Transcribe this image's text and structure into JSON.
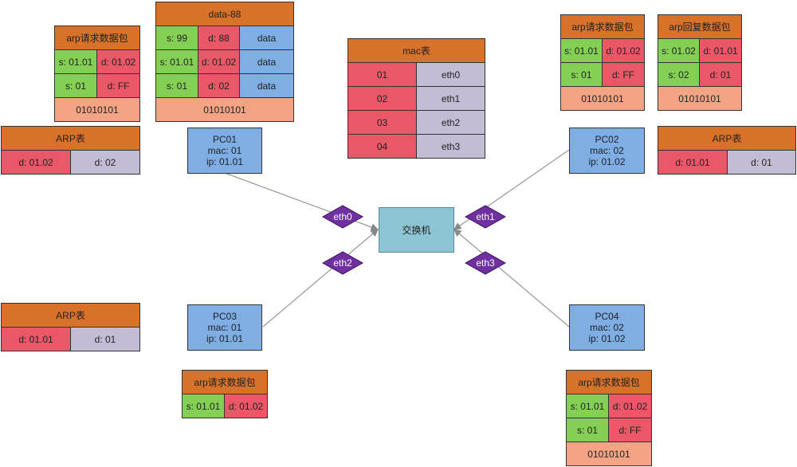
{
  "colors": {
    "header": "#d8722a",
    "source": "#84d054",
    "dest": "#ea5868",
    "data": "#7eaee4",
    "port": "#c4bcd4",
    "footer": "#f2a484",
    "pc": "#7eaee4",
    "switch": "#8cc4d4",
    "diamond": "#7030a0"
  },
  "switch": {
    "label": "交换机"
  },
  "ports": [
    {
      "id": "eth0",
      "label": "eth0"
    },
    {
      "id": "eth1",
      "label": "eth1"
    },
    {
      "id": "eth2",
      "label": "eth2"
    },
    {
      "id": "eth3",
      "label": "eth3"
    }
  ],
  "pcs": {
    "pc01": {
      "name": "PC01",
      "mac": "mac: 01",
      "ip": "ip: 01.01"
    },
    "pc02": {
      "name": "PC02",
      "mac": "mac: 02",
      "ip": "ip: 01.02"
    },
    "pc03": {
      "name": "PC03",
      "mac": "mac: 01",
      "ip": "ip: 01.01"
    },
    "pc04": {
      "name": "PC04",
      "mac": "mac: 02",
      "ip": "ip: 01.02"
    }
  },
  "mac_table": {
    "title": "mac表",
    "rows": [
      {
        "mac": "01",
        "port": "eth0"
      },
      {
        "mac": "02",
        "port": "eth1"
      },
      {
        "mac": "03",
        "port": "eth2"
      },
      {
        "mac": "04",
        "port": "eth3"
      }
    ]
  },
  "arp_tables": {
    "pc01": {
      "title": "ARP表",
      "ip": "d: 01.02",
      "mac": "d: 02"
    },
    "pc02": {
      "title": "ARP表",
      "ip": "d: 01.01",
      "mac": "d: 01"
    },
    "pc03": {
      "title": "ARP表",
      "ip": "d: 01.01",
      "mac": "d: 01"
    }
  },
  "packets": {
    "pc01_arp_request": {
      "title": "arp请求数据包",
      "ip_src": "s: 01.01",
      "ip_dst": "d: 01.02",
      "mac_src": "s: 01",
      "mac_dst": "d: FF",
      "preamble": "01010101"
    },
    "pc01_data": {
      "title": "data-88",
      "rows": [
        {
          "src": "s: 99",
          "dst": "d: 88",
          "payload": "data"
        },
        {
          "src": "s: 01.01",
          "dst": "d: 01.02",
          "payload": "data"
        },
        {
          "src": "s: 01",
          "dst": "d: 02",
          "payload": "data"
        }
      ],
      "preamble": "01010101"
    },
    "pc02_arp_request": {
      "title": "arp请求数据包",
      "ip_src": "s: 01.01",
      "ip_dst": "d: 01.02",
      "mac_src": "s: 01",
      "mac_dst": "d: FF",
      "preamble": "01010101"
    },
    "pc02_arp_reply": {
      "title": "arp回复数据包",
      "ip_src": "s: 01.02",
      "ip_dst": "d: 01.01",
      "mac_src": "s: 02",
      "mac_dst": "d: 01",
      "preamble": "01010101"
    },
    "pc03_arp_request": {
      "title": "arp请求数据包",
      "ip_src": "s: 01.01",
      "ip_dst": "d: 01.02"
    },
    "pc04_arp_request": {
      "title": "arp请求数据包",
      "ip_src": "s: 01.01",
      "ip_dst": "d: 01.02",
      "mac_src": "s: 01",
      "mac_dst": "d: FF",
      "preamble": "01010101"
    }
  }
}
